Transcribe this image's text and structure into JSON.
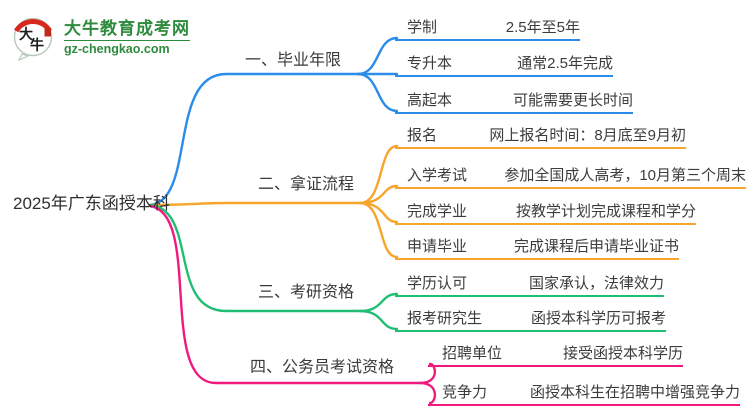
{
  "site": {
    "logo_title": "大牛教育成考网",
    "logo_domain": "gz-chengkao.com",
    "badge_char_1": "大",
    "badge_char_2": "牛"
  },
  "colors": {
    "branch_1": "#2B8CEA",
    "branch_2": "#F7A52B",
    "branch_3": "#1FBE72",
    "branch_4": "#F1197D",
    "logo_green": "#2E8B3D",
    "logo_red": "#D6281C",
    "text": "#3C3C3C"
  },
  "mindmap": {
    "root": "2025年广东函授本科",
    "branches": [
      {
        "label": "一、毕业年限",
        "color": "#2B8CEA",
        "children": [
          {
            "label": "学制",
            "value": "2.5年至5年"
          },
          {
            "label": "专升本",
            "value": "通常2.5年完成"
          },
          {
            "label": "高起本",
            "value": "可能需要更长时间"
          }
        ]
      },
      {
        "label": "二、拿证流程",
        "color": "#F7A52B",
        "children": [
          {
            "label": "报名",
            "value": "网上报名时间：8月底至9月初"
          },
          {
            "label": "入学考试",
            "value": "参加全国成人高考，10月第三个周末"
          },
          {
            "label": "完成学业",
            "value": "按教学计划完成课程和学分"
          },
          {
            "label": "申请毕业",
            "value": "完成课程后申请毕业证书"
          }
        ]
      },
      {
        "label": "三、考研资格",
        "color": "#1FBE72",
        "children": [
          {
            "label": "学历认可",
            "value": "国家承认，法律效力"
          },
          {
            "label": "报考研究生",
            "value": "函授本科学历可报考"
          }
        ]
      },
      {
        "label": "四、公务员考试资格",
        "color": "#F1197D",
        "children": [
          {
            "label": "招聘单位",
            "value": "接受函授本科学历"
          },
          {
            "label": "竞争力",
            "value": "函授本科生在招聘中增强竞争力"
          }
        ]
      }
    ]
  }
}
